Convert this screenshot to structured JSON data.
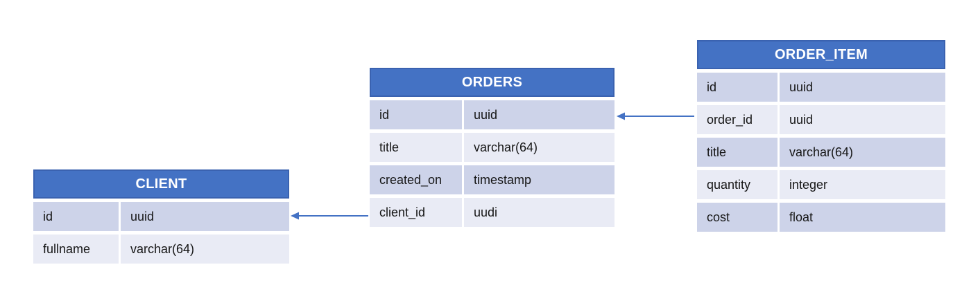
{
  "colors": {
    "header_fill": "#4472C4",
    "header_border": "#3A62B0",
    "header_text": "#FFFFFF",
    "band_dark": "#CDD3E9",
    "band_light": "#E9EBF5",
    "cell_text": "#161616",
    "arrow": "#4472C4",
    "page_background": "#FFFFFF"
  },
  "tables": {
    "client": {
      "title": "CLIENT",
      "rows": [
        {
          "name": "id",
          "type": "uuid"
        },
        {
          "name": "fullname",
          "type": "varchar(64)"
        }
      ]
    },
    "orders": {
      "title": "ORDERS",
      "rows": [
        {
          "name": "id",
          "type": "uuid"
        },
        {
          "name": "title",
          "type": "varchar(64)"
        },
        {
          "name": "created_on",
          "type": "timestamp"
        },
        {
          "name": "client_id",
          "type": "uudi"
        }
      ]
    },
    "order_item": {
      "title": "ORDER_ITEM",
      "rows": [
        {
          "name": "id",
          "type": "uuid"
        },
        {
          "name": "order_id",
          "type": "uuid"
        },
        {
          "name": "title",
          "type": "varchar(64)"
        },
        {
          "name": "quantity",
          "type": "integer"
        },
        {
          "name": "cost",
          "type": "float"
        }
      ]
    }
  },
  "relations": [
    {
      "from": "ORDERS.client_id",
      "to": "CLIENT.id"
    },
    {
      "from": "ORDER_ITEM.order_id",
      "to": "ORDERS.id"
    }
  ]
}
